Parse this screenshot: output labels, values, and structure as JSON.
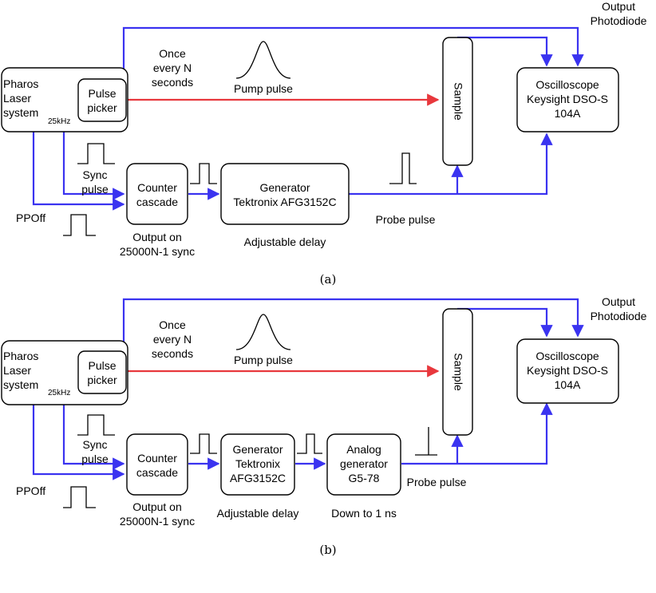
{
  "colors": {
    "blue": "#3a33f0",
    "red": "#e8383d",
    "box_stroke": "#000000"
  },
  "panel_a": {
    "laser": [
      "Pharos",
      "Laser",
      "system"
    ],
    "rep_rate": "25kHz",
    "pulse_picker": [
      "Pulse",
      "picker"
    ],
    "once_every": [
      "Once",
      "every N",
      "seconds"
    ],
    "pump_pulse": "Pump pulse",
    "sample": "Sample",
    "output_photodiode": [
      "Output",
      "Photodiode"
    ],
    "oscilloscope": [
      "Oscilloscope",
      "Keysight DSO-S",
      "104A"
    ],
    "sync_pulse": [
      "Sync",
      "pulse"
    ],
    "counter": [
      "Counter",
      "cascade"
    ],
    "counter_note": [
      "Output on",
      "25000N-1 sync"
    ],
    "generator": [
      "Generator",
      "Tektronix AFG3152C"
    ],
    "generator_note": "Adjustable delay",
    "probe_pulse": "Probe pulse",
    "ppoff": "PPOff",
    "caption": "(a)"
  },
  "panel_b": {
    "laser": [
      "Pharos",
      "Laser",
      "system"
    ],
    "rep_rate": "25kHz",
    "pulse_picker": [
      "Pulse",
      "picker"
    ],
    "once_every": [
      "Once",
      "every N",
      "seconds"
    ],
    "pump_pulse": "Pump pulse",
    "sample": "Sample",
    "output_photodiode": [
      "Output",
      "Photodiode"
    ],
    "oscilloscope": [
      "Oscilloscope",
      "Keysight DSO-S",
      "104A"
    ],
    "sync_pulse": [
      "Sync",
      "pulse"
    ],
    "counter": [
      "Counter",
      "cascade"
    ],
    "counter_note": [
      "Output on",
      "25000N-1 sync"
    ],
    "generator": [
      "Generator",
      "Tektronix",
      "AFG3152C"
    ],
    "generator_note": "Adjustable delay",
    "analog": [
      "Analog",
      "generator",
      "G5-78"
    ],
    "analog_note": "Down to 1 ns",
    "probe_pulse": "Probe pulse",
    "ppoff": "PPOff",
    "caption": "(b)"
  }
}
